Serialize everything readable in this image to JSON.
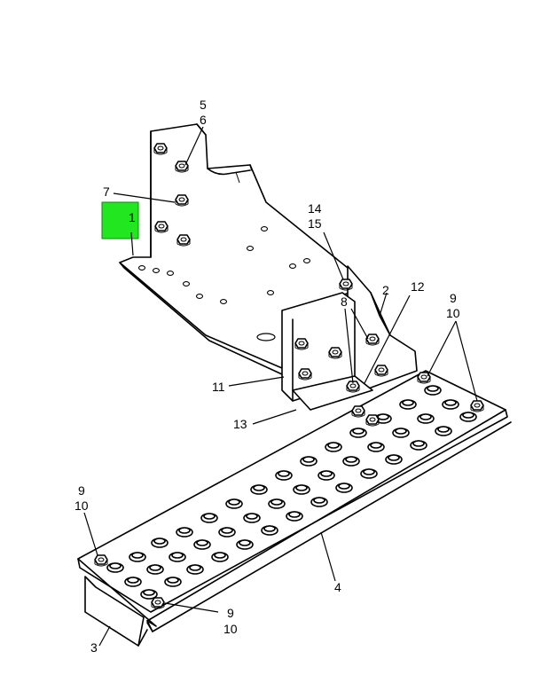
{
  "highlight": {
    "label": "1",
    "color": "#22e61f"
  },
  "callouts": [
    {
      "id": "5",
      "text": "5"
    },
    {
      "id": "6",
      "text": "6"
    },
    {
      "id": "7",
      "text": "7"
    },
    {
      "id": "14",
      "text": "14"
    },
    {
      "id": "15",
      "text": "15"
    },
    {
      "id": "2",
      "text": "2"
    },
    {
      "id": "12",
      "text": "12"
    },
    {
      "id": "8",
      "text": "8"
    },
    {
      "id": "9a",
      "text": "9"
    },
    {
      "id": "10a",
      "text": "10"
    },
    {
      "id": "11",
      "text": "11"
    },
    {
      "id": "13",
      "text": "13"
    },
    {
      "id": "9b",
      "text": "9"
    },
    {
      "id": "10b",
      "text": "10"
    },
    {
      "id": "9c",
      "text": "9"
    },
    {
      "id": "10c",
      "text": "10"
    },
    {
      "id": "4",
      "text": "4"
    },
    {
      "id": "3",
      "text": "3"
    }
  ]
}
